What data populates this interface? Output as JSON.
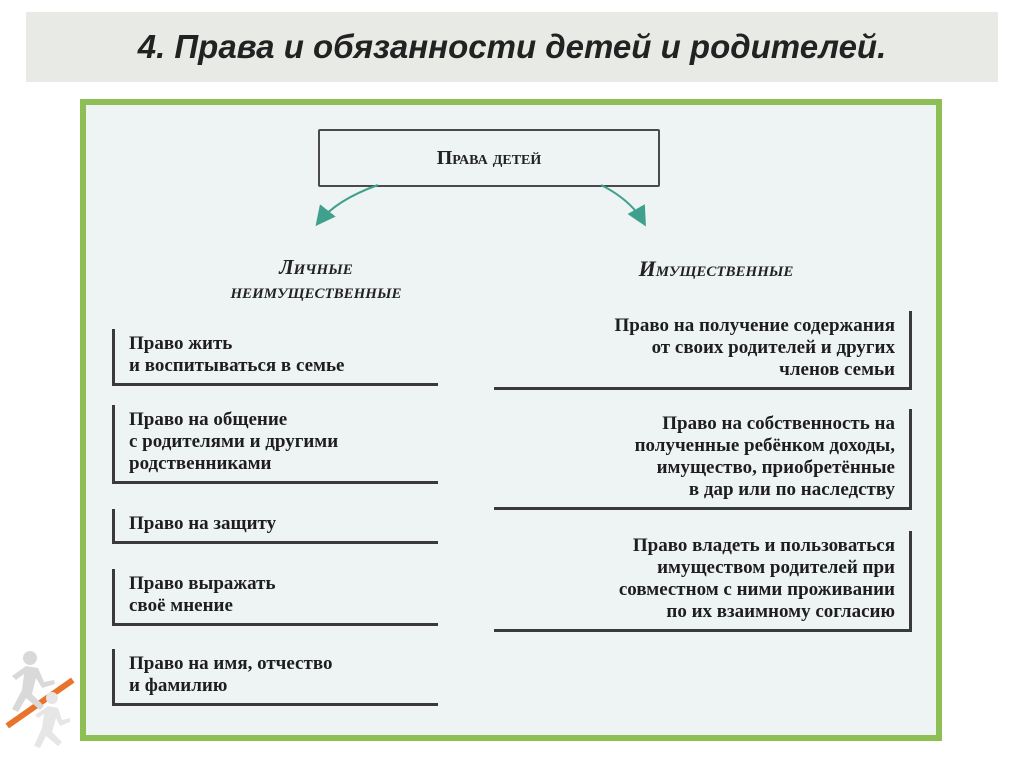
{
  "slide": {
    "title": "4. Права и обязанности детей и родителей."
  },
  "diagram": {
    "root": "Права детей",
    "left_heading_line1": "Личные",
    "left_heading_line2": "неимущественные",
    "right_heading": "Имущественные",
    "left_items": [
      [
        "Право жить",
        "и воспитываться в семье"
      ],
      [
        "Право на общение",
        "с родителями и другими",
        "родственниками"
      ],
      [
        "Право на защиту"
      ],
      [
        "Право выражать",
        "своё мнение"
      ],
      [
        "Право на имя, отчество",
        "и фамилию"
      ]
    ],
    "right_items": [
      [
        "Право на получение содержания",
        "от своих родителей и других",
        "членов семьи"
      ],
      [
        "Право на собственность на",
        "полученные ребёнком доходы,",
        "имущество, приобретённые",
        "в дар или по наследству"
      ],
      [
        "Право владеть и пользоваться",
        "имуществом родителей при",
        "совместном с ними проживании",
        "по их взаимному согласию"
      ]
    ]
  },
  "colors": {
    "frame_border": "#8ebf55",
    "title_band": "#e8eae6",
    "accent_orange": "#e8732a"
  }
}
